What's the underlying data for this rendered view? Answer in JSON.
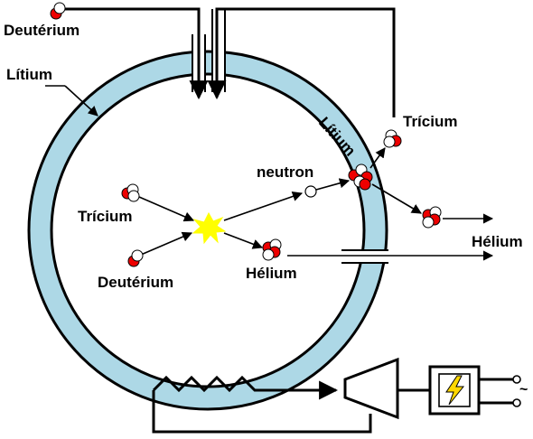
{
  "labels": {
    "deuterium_top": "Deutérium",
    "lithium_outer": "Lítium",
    "lithium_ring": "Lítium",
    "tritium_top": "Trícium",
    "neutron": "neutron",
    "tritium_center": "Trícium",
    "helium_right": "Hélium",
    "deuterium_center": "Deutérium",
    "helium_center": "Hélium",
    "ac_symbol": "~"
  },
  "colors": {
    "lithium_blanket": "#add8e6",
    "proton": "#ee0000",
    "neutron": "#ffffff",
    "fusion_flash": "#ffff00",
    "lightning": "#ffd700",
    "stroke": "#000000"
  },
  "icons": {
    "fusion": "star-burst-icon",
    "power": "lightning-bolt-icon",
    "turbine": "turbine-icon",
    "heat_exchanger": "heat-exchanger-coil-icon",
    "ac_output": "ac-output-terminals-icon"
  }
}
